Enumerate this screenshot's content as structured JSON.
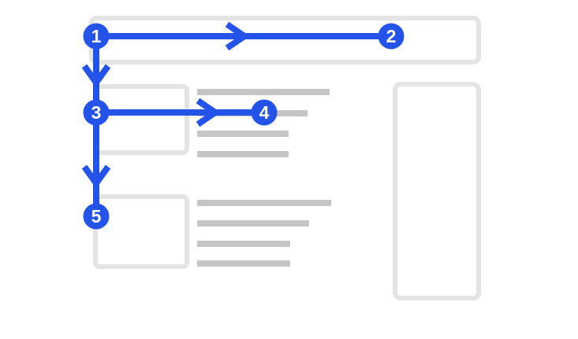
{
  "diagram": {
    "accent_color": "#2453E9",
    "wireframe_border_color": "#E4E4E4",
    "text_line_color": "#C5C5C5",
    "step_label_color": "#FFFFFF",
    "background_color": "#FFFFFF",
    "steps": [
      {
        "label": "1"
      },
      {
        "label": "2"
      },
      {
        "label": "3"
      },
      {
        "label": "4"
      },
      {
        "label": "5"
      }
    ]
  }
}
